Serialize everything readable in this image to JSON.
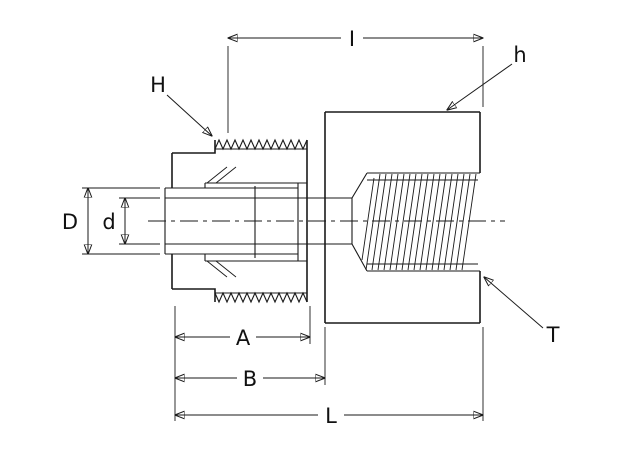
{
  "diagram": {
    "labels": {
      "I": "I",
      "h": "h",
      "H": "H",
      "D": "D",
      "d": "d",
      "A": "A",
      "B": "B",
      "L": "L",
      "T": "T"
    },
    "colors": {
      "line": "#1a1a1a",
      "background": "#ffffff"
    }
  }
}
